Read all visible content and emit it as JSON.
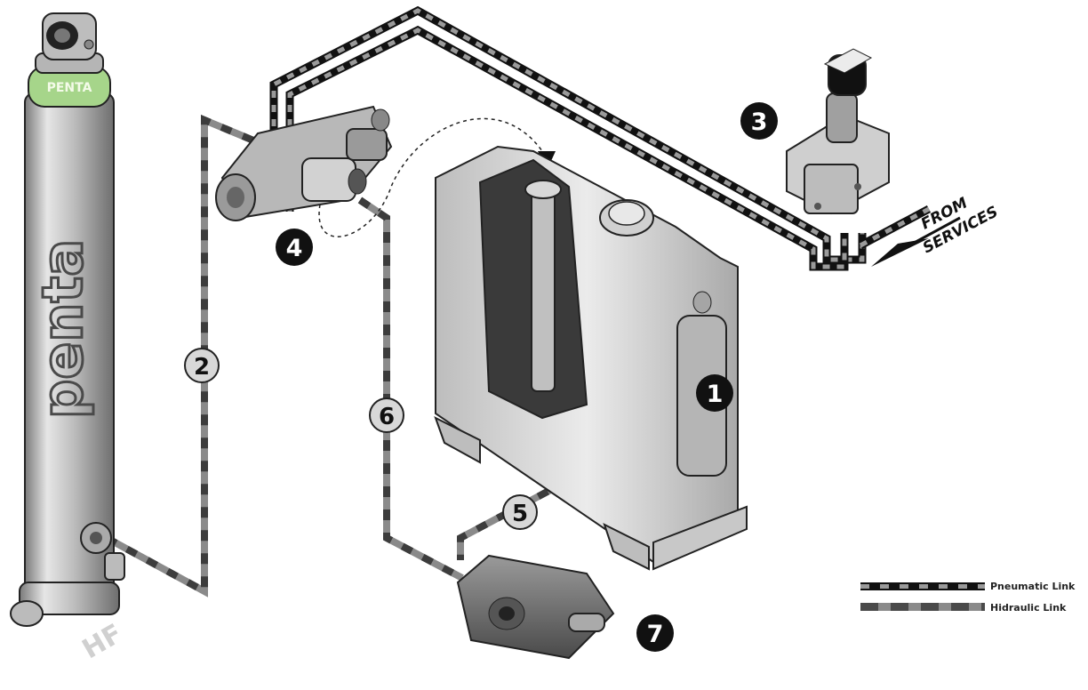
{
  "brand": {
    "ring_text": "PENTA",
    "cylinder_text": "penta",
    "mark": "HF"
  },
  "callouts": {
    "tank": "1",
    "hyd_line_cyl": "2",
    "control_lever": "3",
    "valve": "4",
    "suction_line": "5",
    "hyd_line_pump": "6",
    "pump": "7"
  },
  "services": {
    "line1": "FROM",
    "line2": "SERVICES"
  },
  "legend": [
    {
      "label": "Pneumatic Link",
      "pattern": "pneumatic"
    },
    {
      "label": "Hidraulic Link",
      "pattern": "hidraulic"
    }
  ],
  "colors": {
    "metal": "#c8c8c8",
    "ring": "#a6d58a",
    "dark": "#1a1a1a",
    "hose_light": "#8a8a8a",
    "hose_dark": "#3c3c3c"
  }
}
